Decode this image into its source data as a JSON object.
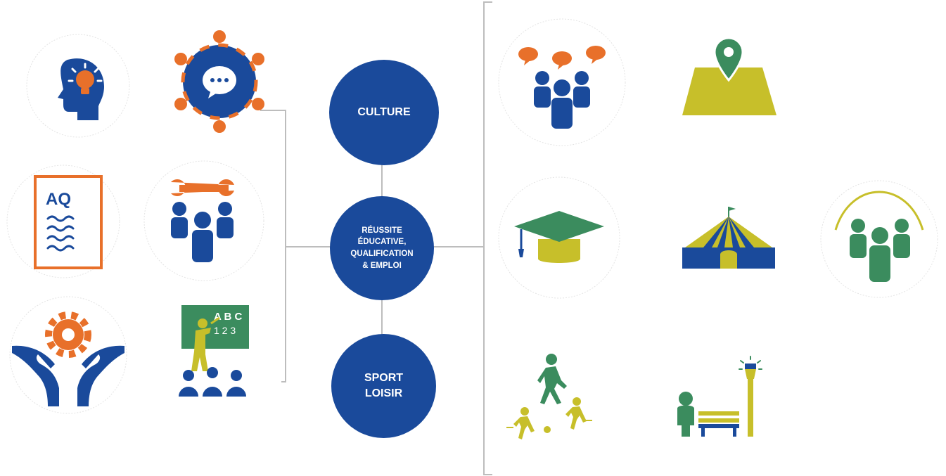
{
  "colors": {
    "blue": "#1a4a9b",
    "orange": "#e8702a",
    "green": "#3b8c5e",
    "olive": "#c7bf2a",
    "line": "#bdbdbd",
    "halo": "#e4e4e4",
    "white": "#ffffff"
  },
  "hubs": {
    "culture": {
      "label": "CULTURE"
    },
    "reussite": {
      "label": "RÉUSSITE\nÉDUCATIVE,\nQUALIFICATION\n& EMPLOI"
    },
    "sport": {
      "label": "SPORT\nLOISIR"
    }
  },
  "left_icons": [
    {
      "icon": "head-lightbulb-icon"
    },
    {
      "icon": "discussion-circle-icon"
    },
    {
      "icon": "document-aq-icon"
    },
    {
      "icon": "wrench-team-icon"
    },
    {
      "icon": "hands-gear-icon"
    },
    {
      "icon": "teacher-class-icon"
    }
  ],
  "right_icons": [
    {
      "icon": "people-speech-icon"
    },
    {
      "icon": "map-pin-icon"
    },
    {
      "icon": "graduation-cap-icon"
    },
    {
      "icon": "circus-tent-icon"
    },
    {
      "icon": "group-arc-icon"
    },
    {
      "icon": "outdoor-play-icon"
    },
    {
      "icon": "park-bench-lamp-icon"
    }
  ],
  "board_text": {
    "top": "A B C",
    "bottom": "1 2 3"
  },
  "document_text": "AQ"
}
